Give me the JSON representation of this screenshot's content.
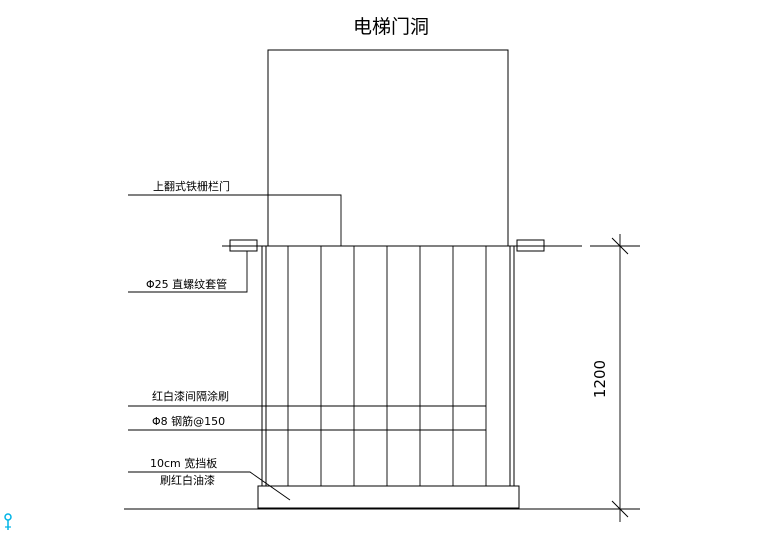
{
  "drawing": {
    "title": "电梯门洞",
    "labels": {
      "gate": "上翻式铁栅栏门",
      "pipe": "Φ25 直螺纹套管",
      "paint": "红白漆间隔涂刷",
      "rebar": "Φ8 钢筋@150",
      "board_line1": "10cm 宽挡板",
      "board_line2": "刷红白油漆"
    },
    "dimension": "1200",
    "colors": {
      "ink": "#000000",
      "marker": "#00b4e6",
      "background": "#ffffff"
    },
    "marker_icon": "ucs-marker-icon"
  }
}
